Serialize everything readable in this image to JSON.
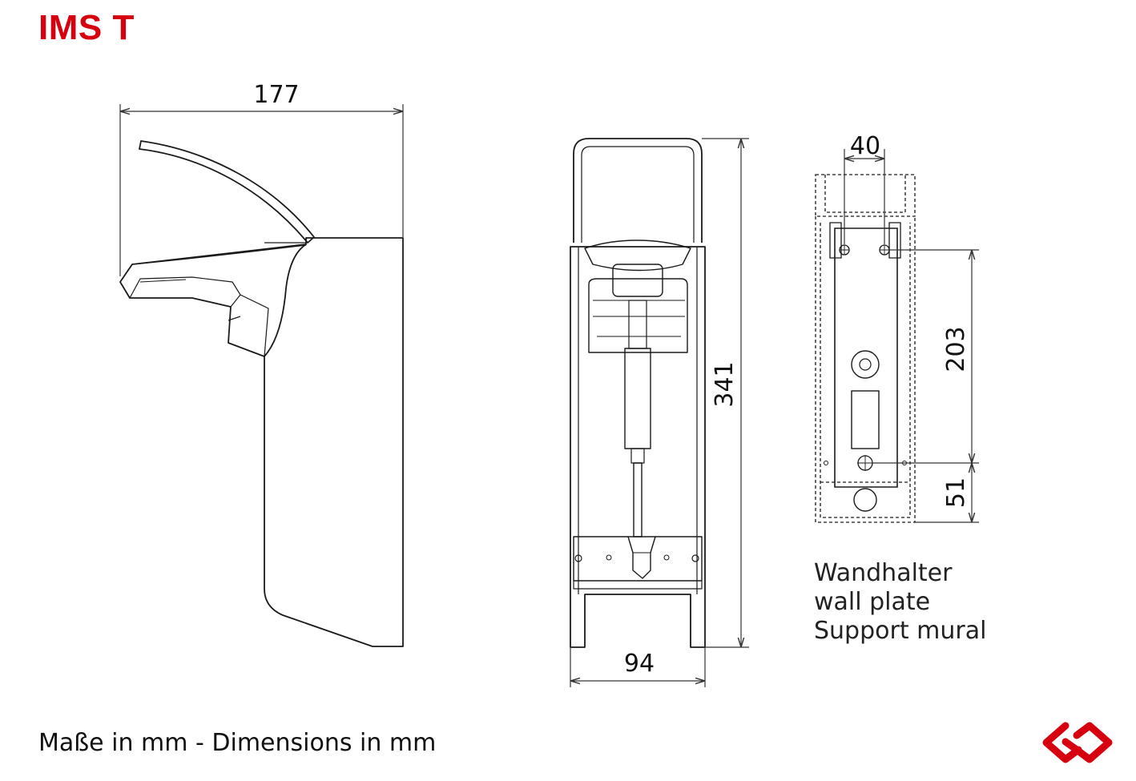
{
  "title": "IMS T",
  "colors": {
    "brand": "#d7000f",
    "line": "#1a1a1a",
    "dim": "#333333"
  },
  "dimensions": {
    "side_width": "177",
    "front_height": "341",
    "front_width": "94",
    "plate_width": "40",
    "plate_height": "203",
    "plate_offset": "51"
  },
  "caption": {
    "line1": "Wandhalter",
    "line2": "wall plate",
    "line3": "Support mural"
  },
  "footer": "Maße in mm - Dimensions in mm",
  "logo_icon": "infinity-logo-icon"
}
